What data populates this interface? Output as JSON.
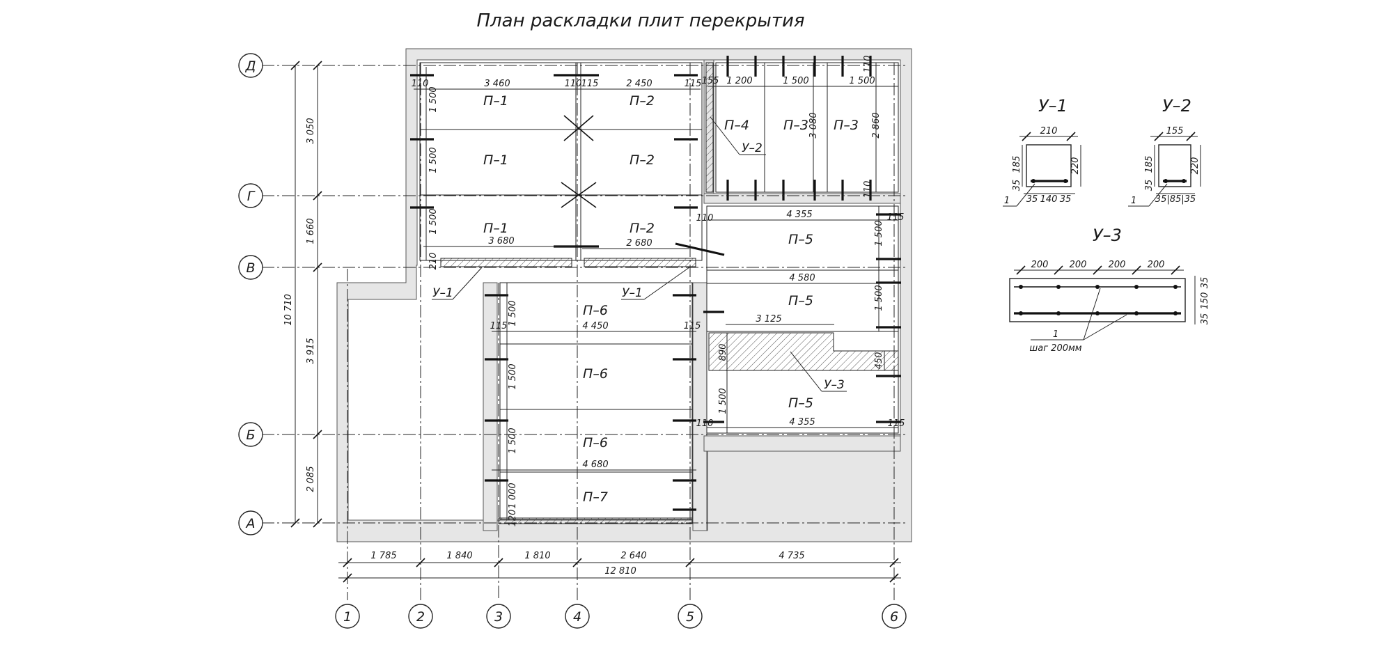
{
  "title": "План раскладки плит перекрытия",
  "grid": {
    "rows": [
      "Д",
      "Г",
      "В",
      "Б",
      "А"
    ],
    "columns": [
      "1",
      "2",
      "3",
      "4",
      "5",
      "6"
    ]
  },
  "dimensions": {
    "left_outer": "10 710",
    "left_segments": [
      "3 050",
      "1 660",
      "3 915",
      "2 085"
    ],
    "bottom_segments": [
      "1 785",
      "1 840",
      "1 810",
      "2 640",
      "4 735"
    ],
    "bottom_total": "12 810",
    "interior": {
      "d110_a": "110",
      "d3460": "3 460",
      "d110_b": "110",
      "d115_a": "115",
      "d2450": "2 450",
      "d115_b": "115",
      "d155": "155",
      "d1200": "1 200",
      "d1500_top1": "1 500",
      "d1500_top2": "1 500",
      "d110_top": "110",
      "d1500_p1": "1 500",
      "d1500_p1b": "1 500",
      "d1500_p1c": "1 500",
      "d3080": "3 080",
      "d2860": "2 860",
      "d110_mid": "110",
      "d3680": "3 680",
      "d2680": "2 680",
      "d210": "210",
      "d110_p5": "110",
      "d4355_a": "4 355",
      "d115_p5a": "115",
      "d1500_p5a": "1 500",
      "d4580": "4 580",
      "d1500_p5b": "1 500",
      "d1500_p6a": "1 500",
      "d115_p6": "115",
      "d4450": "4 450",
      "d115_p6b": "115",
      "d3125": "3 125",
      "d890": "890",
      "d450": "450",
      "d1500_p6b": "1 500",
      "d1500_p5c": "1 500",
      "d110_p5c": "110",
      "d4355_b": "4 355",
      "d115_p5c": "115",
      "d1500_p6c": "1 500",
      "d4680": "4 680",
      "d1000": "1 000",
      "d120": "120"
    }
  },
  "slabs": {
    "p1_a": "П–1",
    "p1_b": "П–1",
    "p1_c": "П–1",
    "p2_a": "П–2",
    "p2_b": "П–2",
    "p2_c": "П–2",
    "p3_a": "П–3",
    "p3_b": "П–3",
    "p4": "П–4",
    "p5_a": "П–5",
    "p5_b": "П–5",
    "p5_c": "П–5",
    "p6_a": "П–6",
    "p6_b": "П–6",
    "p6_c": "П–6",
    "p7": "П–7"
  },
  "leaders": {
    "u1_a": "У–1",
    "u1_b": "У–1",
    "u2": "У–2",
    "u3": "У–3"
  },
  "nodes": {
    "u1": {
      "title": "У–1",
      "width": "210",
      "height_a": "185",
      "height_b": "220",
      "cover": "35",
      "bottom": [
        "35",
        "140",
        "35"
      ],
      "bar": "1"
    },
    "u2": {
      "title": "У–2",
      "width": "155",
      "height_a": "185",
      "height_b": "220",
      "cover": "35",
      "bottom": "35|85|35",
      "bar": "1"
    },
    "u3": {
      "title": "У–3",
      "spacing": [
        "200",
        "200",
        "200",
        "200"
      ],
      "right_dims": [
        "35",
        "150",
        "35"
      ],
      "bar": "1",
      "step": "шаг 200мм"
    }
  },
  "colors": {
    "line": "#111111",
    "wall_fill": "#e6e6e6",
    "hatch": "#555555"
  }
}
